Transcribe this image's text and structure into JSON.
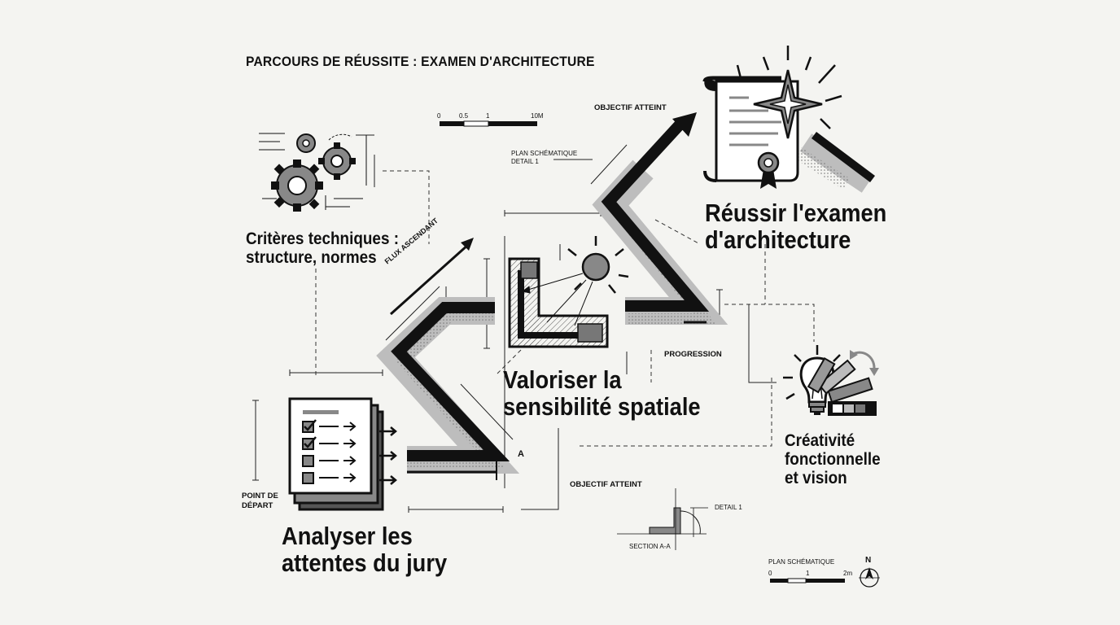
{
  "title": "PARCOURS DE RÉUSSITE : EXAMEN D'ARCHITECTURE",
  "steps": [
    {
      "label": "Analyser les\nattentes du jury",
      "icon": "checklist-icon"
    },
    {
      "label": "Valoriser la\nsensibilité spatiale",
      "icon": "sun-plan-icon"
    },
    {
      "label": "Réussir l'examen\nd'architecture",
      "icon": "diploma-star-icon"
    }
  ],
  "side_notes": [
    {
      "label": "Critères techniques :\nstructure, normes",
      "icon": "gears-icon"
    },
    {
      "label": "Créativité\nfonctionnelle\net vision",
      "icon": "lightbulb-swatches-icon"
    }
  ],
  "annotations": {
    "start": "POINT DE\nDÉPART",
    "goal_top": "OBJECTIF ATTEINT",
    "goal_bottom": "OBJECTIF ATTEINT",
    "progression": "PROGRESSION",
    "flux": "FLUX ASCENDANT",
    "marker_a": "A",
    "plan_detail": "PLAN SCHÉMATIQUE\nDETAIL 1",
    "detail": "DETAIL 1",
    "section": "SECTION A-A",
    "plan": "PLAN SCHÉMATIQUE",
    "north": "N"
  },
  "scale_top": {
    "ticks": [
      "0",
      "0.5",
      "1",
      "10M"
    ]
  },
  "scale_bottom": {
    "ticks": [
      "0",
      "1",
      "2m"
    ]
  },
  "colors": {
    "background": "#f4f4f1",
    "ink": "#111111",
    "mid_gray": "#8a8a8a",
    "light_gray": "#bdbdbd"
  }
}
